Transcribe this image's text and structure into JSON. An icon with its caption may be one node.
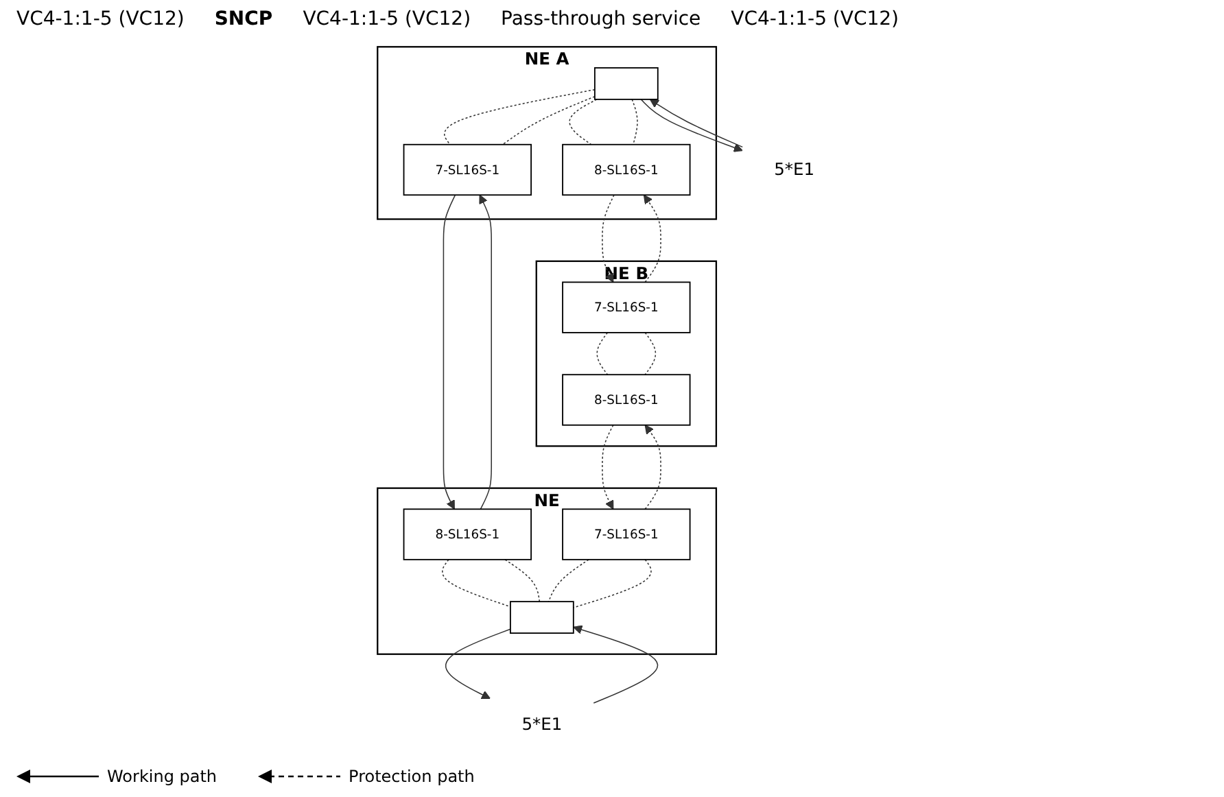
{
  "diagram": {
    "nodes": [
      {
        "text": [
          "NE A"
        ]
      },
      {
        "text": [],
        "shape": "box",
        "in": 0
      },
      {
        "text": [
          "8-SL16S-1"
        ],
        "in": 0
      },
      {
        "text": [
          "7-SL16S-1"
        ],
        "in": 0
      },
      {
        "text": [
          "NE B"
        ]
      },
      {
        "text": [
          "7-SL16S-1"
        ],
        "in": 4
      },
      {
        "text": [
          "8-SL16S-1"
        ],
        "in": 4
      },
      {
        "text": [
          "NE"
        ]
      },
      {
        "text": [
          "8-SL16S-1"
        ],
        "in": 7
      },
      {
        "text": [
          "7-SL16S-1"
        ],
        "in": 7
      },
      {
        "text": [],
        "shape": "box",
        "in": 7
      },
      {
        "text": [
          "5*E1"
        ]
      },
      {
        "text": [
          "5*E1"
        ]
      }
    ],
    "edges": [
      {
        "from": 11,
        "to": 1,
        "arrow": "to"
      },
      {
        "from": 1,
        "to": 11,
        "arrow": "to"
      },
      {
        "from": 3,
        "to": 8,
        "arrow": "to"
      },
      {
        "from": 8,
        "to": 3,
        "arrow": "to"
      },
      {
        "from": 2,
        "to": 5,
        "arrow": "to",
        "style": "dashed"
      },
      {
        "from": 5,
        "to": 2,
        "arrow": "to",
        "style": "dashed"
      },
      {
        "from": 9,
        "to": 6,
        "arrow": "to",
        "style": "dashed"
      },
      {
        "from": 6,
        "to": 9,
        "arrow": "to",
        "style": "dashed"
      },
      {
        "from": 10,
        "to": 12,
        "arrow": "to"
      },
      {
        "from": 12,
        "to": 10,
        "arrow": "to"
      },
      {
        "from": 1,
        "to": 2,
        "arrow": "none",
        "style": "dashed"
      },
      {
        "from": 1,
        "to": 2,
        "arrow": "none",
        "style": "dashed"
      },
      {
        "from": 1,
        "to": 3,
        "arrow": "none",
        "style": "dashed"
      },
      {
        "from": 1,
        "to": 3,
        "arrow": "none",
        "style": "dashed"
      },
      {
        "from": 5,
        "to": 6,
        "arrow": "none",
        "style": "dashed"
      },
      {
        "from": 5,
        "to": 6,
        "arrow": "none",
        "style": "dashed"
      },
      {
        "from": 8,
        "to": 10,
        "arrow": "none",
        "style": "dashed"
      },
      {
        "from": 8,
        "to": 10,
        "arrow": "none",
        "style": "dashed"
      },
      {
        "from": 9,
        "to": 10,
        "arrow": "none",
        "style": "dashed"
      },
      {
        "from": 9,
        "to": 10,
        "arrow": "none",
        "style": "dashed"
      }
    ],
    "labels": [
      "VC4-1:1-5 (VC12)",
      "SNCP",
      "VC4-1:1-5 (VC12)",
      "Pass-through service",
      "VC4-1:1-5 (VC12)"
    ],
    "legend": [
      {
        "text": "Working path"
      },
      {
        "text": "Protection path"
      }
    ]
  }
}
